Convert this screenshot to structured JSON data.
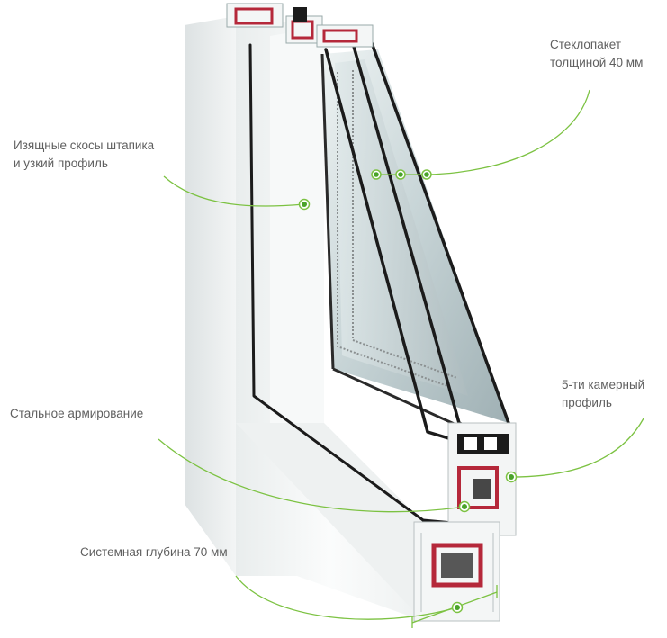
{
  "callouts": {
    "glass_unit": {
      "line1": "Стеклопакет",
      "line2": "толщиной 40 мм"
    },
    "bead_profile": {
      "line1": "Изящные скосы штапика",
      "line2": "и узкий профиль"
    },
    "chamber_profile": {
      "line1": "5-ти камерный",
      "line2": "профиль"
    },
    "steel_reinforcement": {
      "line1": "Стальное армирование"
    },
    "system_depth": {
      "line1": "Системная глубина 70 мм"
    }
  },
  "colors": {
    "accent_green": "#7cc242",
    "marker_green": "#4aa32a",
    "profile_white": "#f4f6f6",
    "seal_black": "#1b1b1b",
    "reinforcement_red": "#b5283a",
    "glass_tint": "#c5d3d6"
  },
  "icons": {
    "marker": "green-dot-marker"
  }
}
